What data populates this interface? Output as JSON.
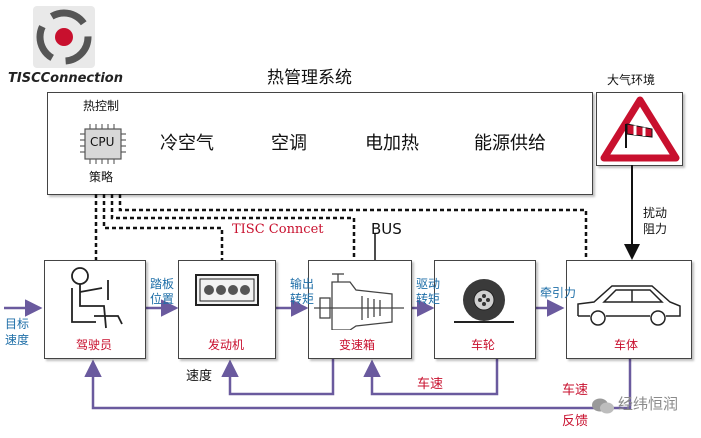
{
  "logo": {
    "caption": "TISCConnection"
  },
  "thermal": {
    "title": "热管理系统",
    "control_top": "热控制",
    "cpu": "CPU",
    "control_bottom": "策略",
    "items": [
      "冷空气",
      "空调",
      "电加热",
      "能源供给"
    ]
  },
  "atmosphere": {
    "title": "大气环境",
    "effect": [
      "扰动",
      "阻力"
    ]
  },
  "bus_label": "BUS",
  "tisc_label": "TISC Conncet",
  "components": {
    "driver": "驾驶员",
    "engine": "发动机",
    "transmission": "变速箱",
    "wheel": "车轮",
    "body": "车体"
  },
  "signals": {
    "target_speed": [
      "目标",
      "速度"
    ],
    "pedal_position": [
      "踏板",
      "位置"
    ],
    "output_torque": [
      "输出",
      "转矩"
    ],
    "drive_torque": [
      "驱动",
      "转矩"
    ],
    "traction": "牵引力",
    "speed": "速度",
    "wheel_speed": "车速",
    "speed_feedback": [
      "车速",
      "反馈"
    ]
  },
  "watermark": "经纬恒润",
  "colors": {
    "accent_red": "#c8102e",
    "signal_blue": "#1f6fa8",
    "flow_purple": "#6a5a9e"
  }
}
